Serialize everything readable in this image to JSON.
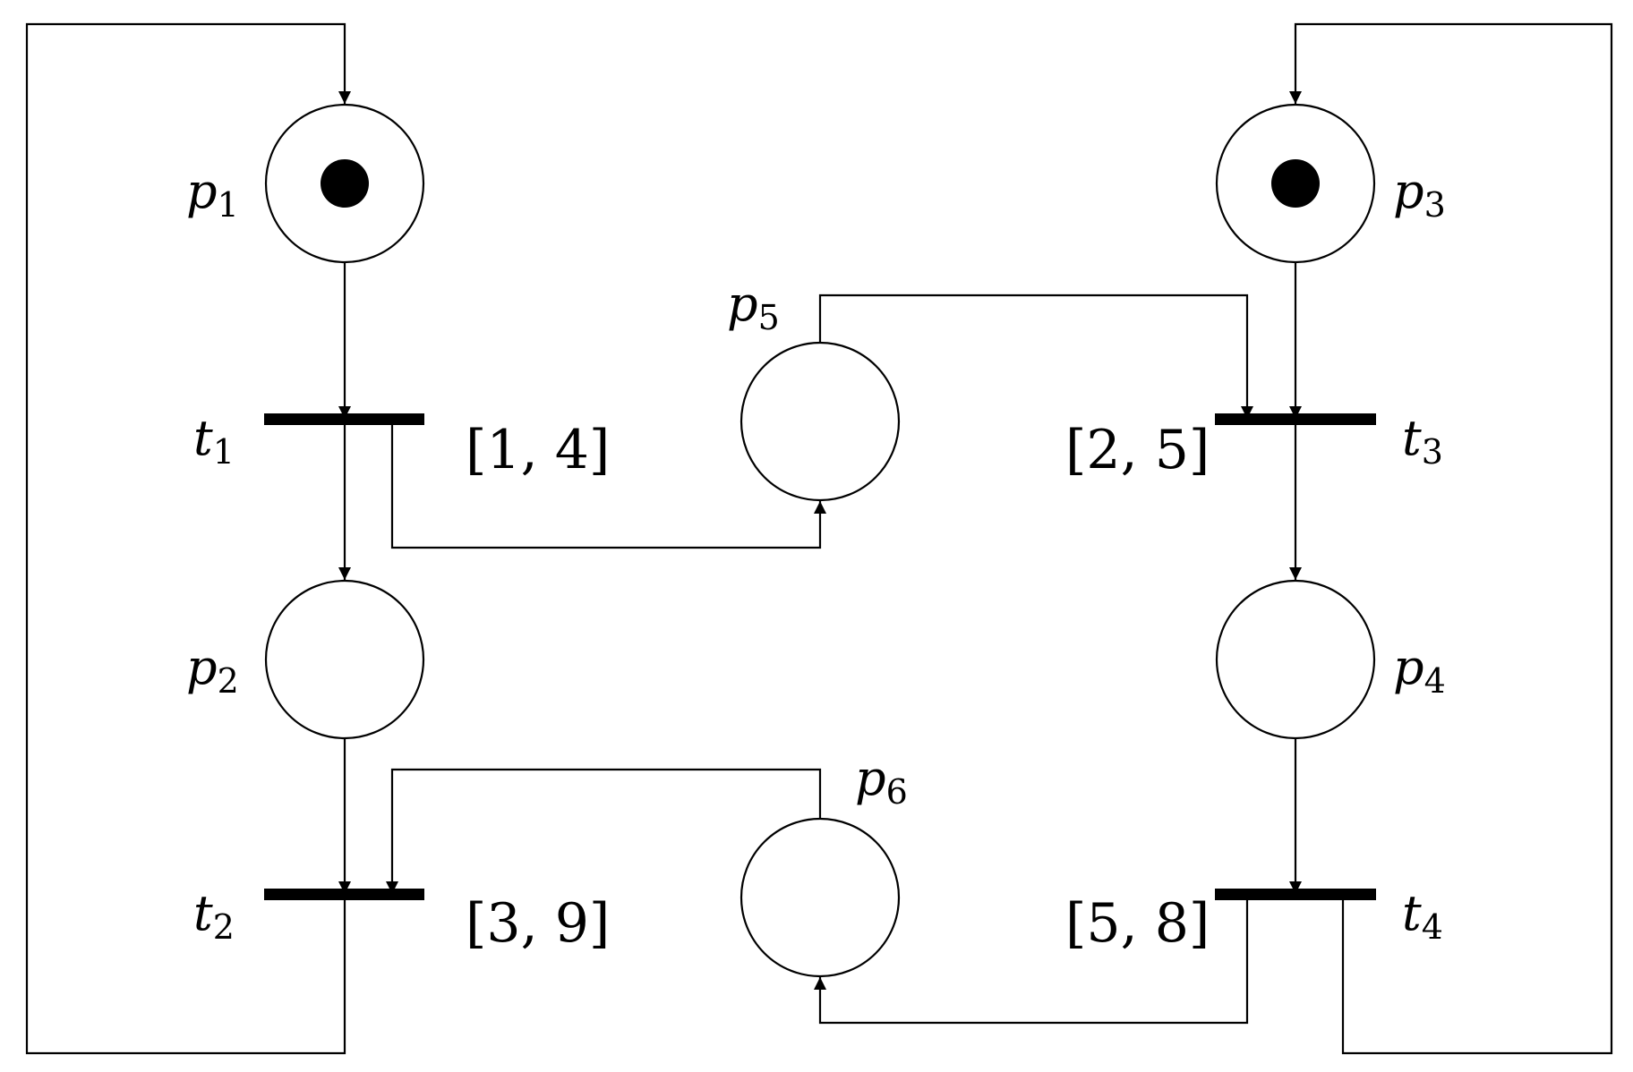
{
  "places": [
    {
      "id": "p1",
      "base": "p",
      "index": "1",
      "tokens": 1
    },
    {
      "id": "p2",
      "base": "p",
      "index": "2",
      "tokens": 0
    },
    {
      "id": "p3",
      "base": "p",
      "index": "3",
      "tokens": 1
    },
    {
      "id": "p4",
      "base": "p",
      "index": "4",
      "tokens": 0
    },
    {
      "id": "p5",
      "base": "p",
      "index": "5",
      "tokens": 0
    },
    {
      "id": "p6",
      "base": "p",
      "index": "6",
      "tokens": 0
    }
  ],
  "transitions": [
    {
      "id": "t1",
      "base": "t",
      "index": "1",
      "interval": "[1, 4]"
    },
    {
      "id": "t2",
      "base": "t",
      "index": "2",
      "interval": "[3, 9]"
    },
    {
      "id": "t3",
      "base": "t",
      "index": "3",
      "interval": "[2, 5]"
    },
    {
      "id": "t4",
      "base": "t",
      "index": "4",
      "interval": "[5, 8]"
    }
  ],
  "arcs": [
    {
      "from": "p1",
      "to": "t1"
    },
    {
      "from": "t1",
      "to": "p2"
    },
    {
      "from": "t1",
      "to": "p5"
    },
    {
      "from": "p2",
      "to": "t2"
    },
    {
      "from": "p6",
      "to": "t2"
    },
    {
      "from": "t2",
      "to": "p1"
    },
    {
      "from": "p3",
      "to": "t3"
    },
    {
      "from": "p5",
      "to": "t3"
    },
    {
      "from": "t3",
      "to": "p4"
    },
    {
      "from": "p4",
      "to": "t4"
    },
    {
      "from": "t4",
      "to": "p6"
    },
    {
      "from": "t4",
      "to": "p3"
    }
  ]
}
